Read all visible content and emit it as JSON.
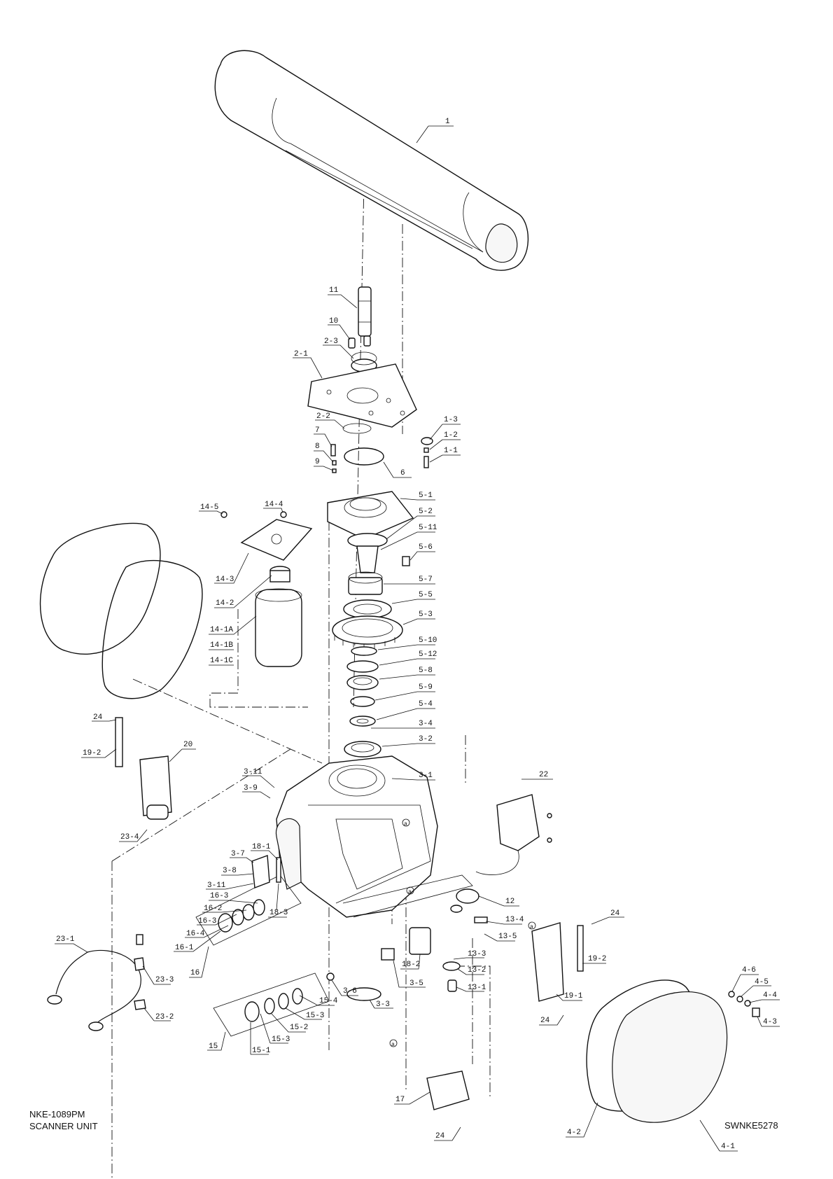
{
  "document": {
    "model": "NKE-1089PM",
    "title": "SCANNER UNIT",
    "drawing_no": "SWNKE5278"
  },
  "callouts": {
    "c1": "1",
    "c11": "11",
    "c10": "10",
    "c2_3": "2-3",
    "c2_1": "2-1",
    "c2_2": "2-2",
    "c1_3": "1-3",
    "c1_2": "1-2",
    "c1_1": "1-1",
    "c7": "7",
    "c8": "8",
    "c9": "9",
    "c6": "6",
    "c5_1": "5-1",
    "c5_2": "5-2",
    "c5_11": "5-11",
    "c5_6": "5-6",
    "c5_7": "5-7",
    "c5_5": "5-5",
    "c5_3": "5-3",
    "c5_10": "5-10",
    "c5_12": "5-12",
    "c5_8": "5-8",
    "c5_9": "5-9",
    "c5_4": "5-4",
    "c3_4": "3-4",
    "c3_2": "3-2",
    "c3_1": "3-1",
    "c3_11a": "3-11",
    "c3_9": "3-9",
    "c14_5": "14-5",
    "c14_4": "14-4",
    "c14_3": "14-3",
    "c14_2": "14-2",
    "c14_1a": "14-1A",
    "c14_1b": "14-1B",
    "c14_1c": "14-1C",
    "c24a": "24",
    "c19_2a": "19-2",
    "c20": "20",
    "c23_4": "23-4",
    "c22": "22",
    "c3_7": "3-7",
    "c18_1": "18-1",
    "c3_8": "3-8",
    "c3_11b": "3-11",
    "c18_3": "18-3",
    "c16_3a": "16-3",
    "c16_2": "16-2",
    "c16_3b": "16-3",
    "c16_4": "16-4",
    "c16_1": "16-1",
    "c16": "16",
    "c12": "12",
    "c13_4": "13-4",
    "c13_5": "13-5",
    "c13_3": "13-3",
    "c13_2": "13-2",
    "c13_1": "13-1",
    "c18_2": "18-2",
    "c3_5": "3-5",
    "c3_3": "3-3",
    "c3_6": "3-6",
    "c24b": "24",
    "c19_2b": "19-2",
    "c19_1": "19-1",
    "c24c": "24",
    "c23_1": "23-1",
    "c23_3": "23-3",
    "c23_2": "23-2",
    "c15_4": "15-4",
    "c15_3a": "15-3",
    "c15_2": "15-2",
    "c15_3b": "15-3",
    "c15_1": "15-1",
    "c15": "15",
    "c17": "17",
    "c24d": "24",
    "c4_6": "4-6",
    "c4_5": "4-5",
    "c4_4": "4-4",
    "c4_3": "4-3",
    "c4_2": "4-2",
    "c4_1": "4-1",
    "ref_a": "a"
  }
}
